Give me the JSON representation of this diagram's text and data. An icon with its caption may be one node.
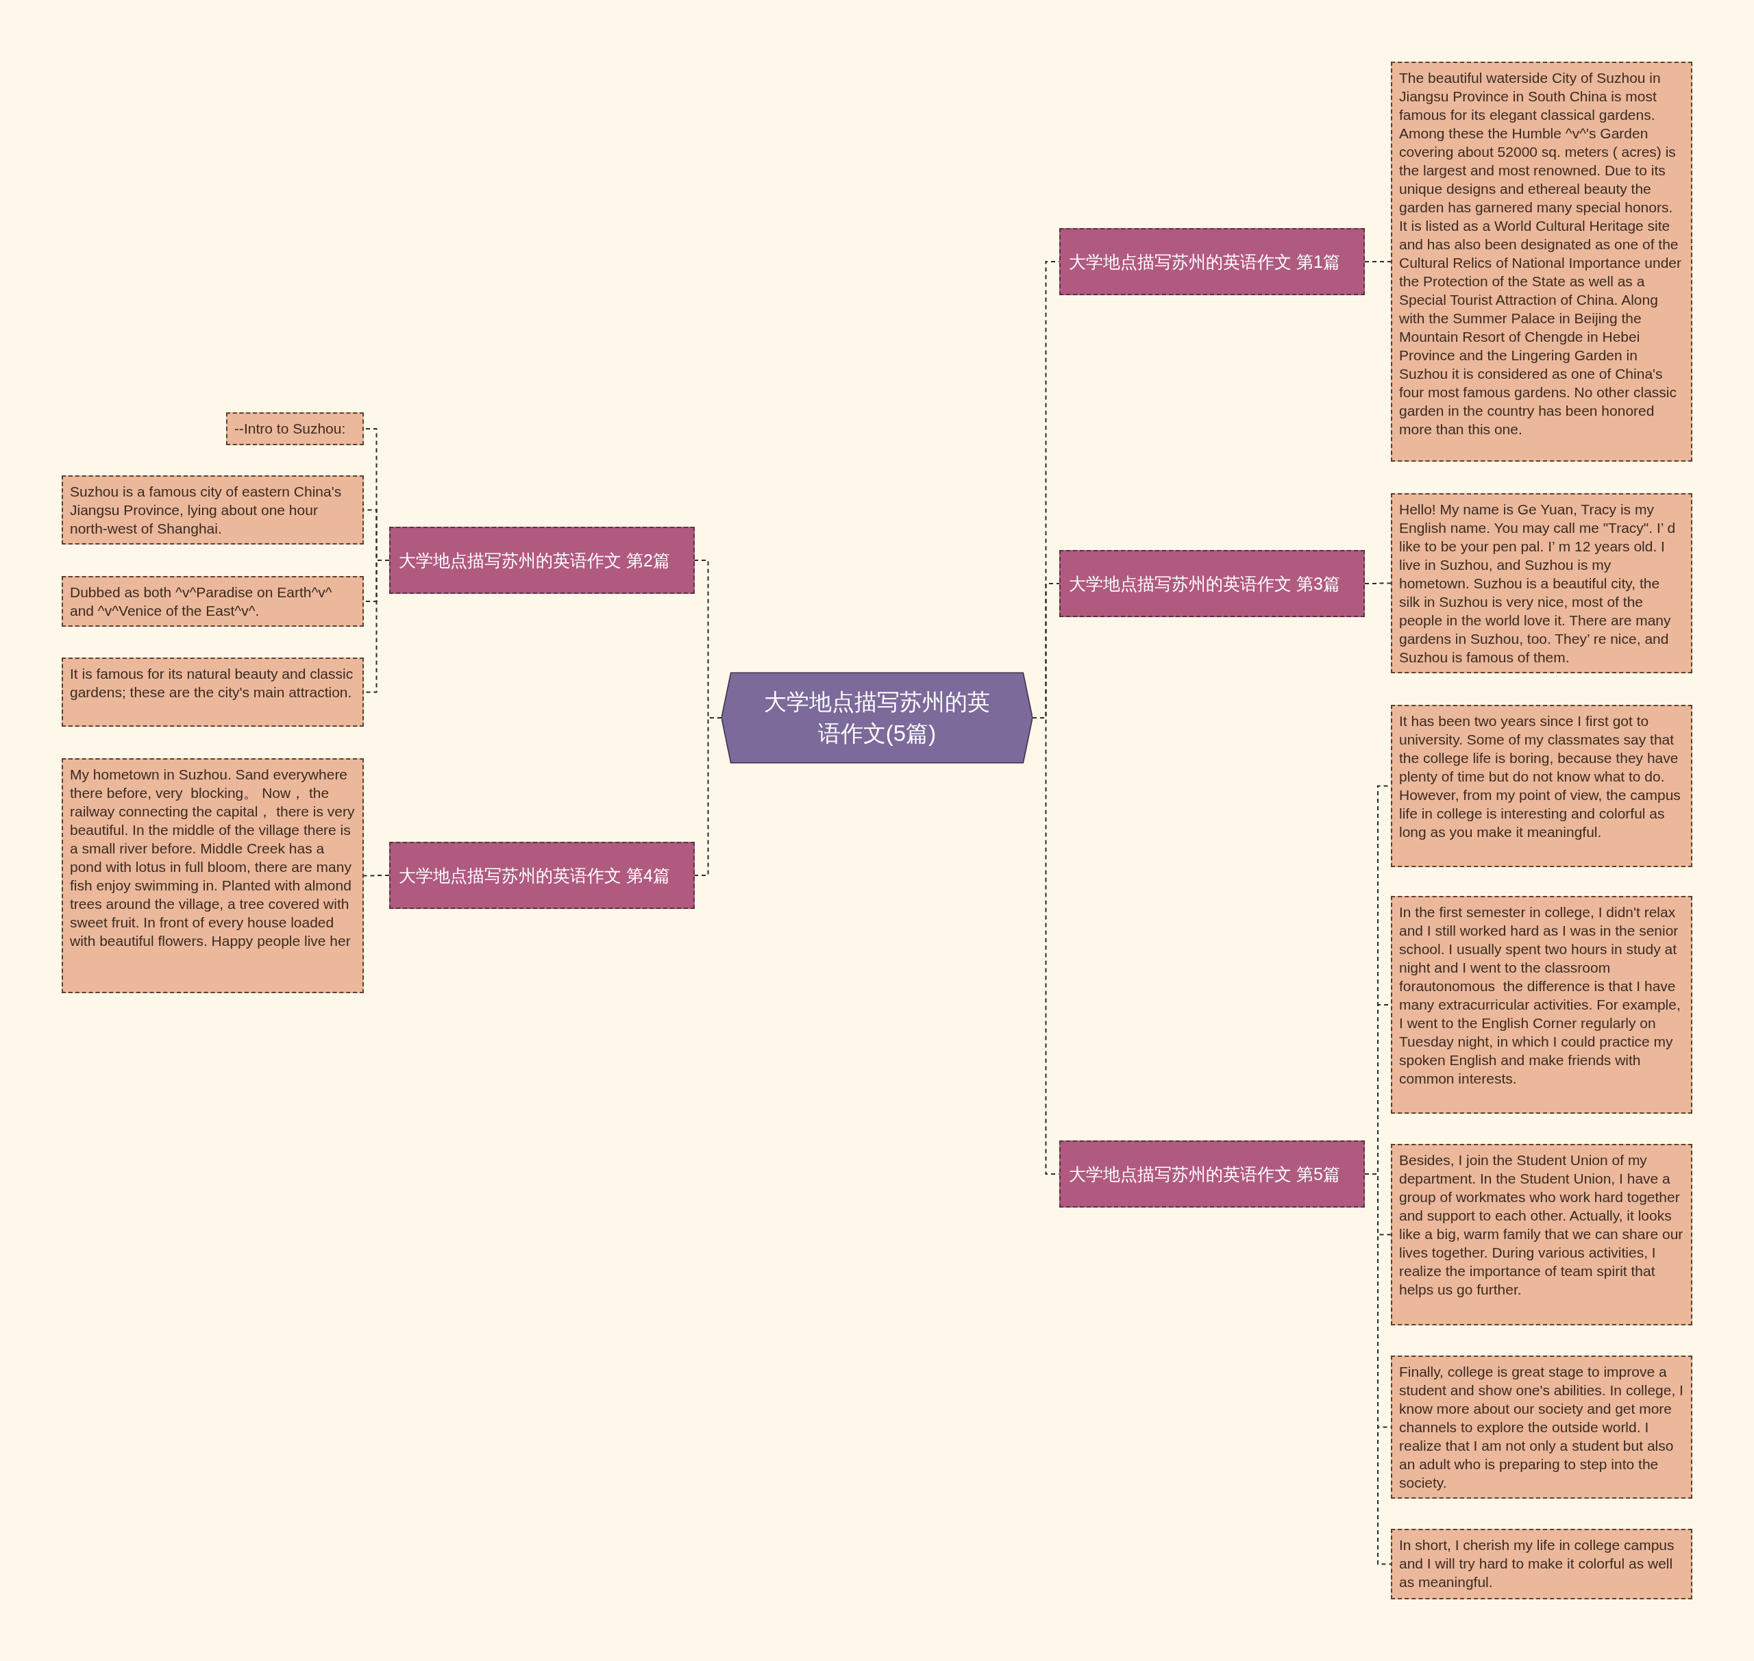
{
  "diagram": {
    "nodes": [
      {
        "text": [
          "大学地点描写苏州的英语作文(5篇)"
        ]
      },
      {
        "text": [
          "大学地点描写苏州的英语作文 第1篇"
        ]
      },
      {
        "text": [
          "The beautiful waterside City of Suzhou in Jiangsu Province in South China is most famous for its elegant classical gardens. Among these the Humble ^v^'s Garden covering about 52000 sq. meters ( acres) is the largest and most renowned. Due to its unique designs and ethereal beauty the garden has garnered many special honors. It is listed as a World Cultural Heritage site and has also been designated as one of the Cultural Relics of National Importance under the Protection of the State as well as a Special Tourist Attraction of China. Along with the Summer Palace in Beijing the Mountain Resort of Chengde in Hebei Province and the Lingering Garden in Suzhou it is considered as one of China's four most famous gardens. No other classic garden in the country has been honored more than this one."
        ]
      },
      {
        "text": [
          "大学地点描写苏州的英语作文 第2篇"
        ]
      },
      {
        "text": [
          "--Intro to Suzhou:"
        ]
      },
      {
        "text": [
          "Suzhou is a famous city of eastern China's Jiangsu Province, lying about one hour north-west of Shanghai."
        ]
      },
      {
        "text": [
          "Dubbed as both ^v^Paradise on Earth^v^ and ^v^Venice of the East^v^."
        ]
      },
      {
        "text": [
          "It is famous for its natural beauty and classic gardens; these are the city's main attraction."
        ]
      },
      {
        "text": [
          "大学地点描写苏州的英语作文 第3篇"
        ]
      },
      {
        "text": [
          "Hello! My name is Ge Yuan, Tracy is my English name. You may call me \"Tracy\". I’ d like to be your pen pal. I’ m 12 years old. I live in Suzhou, and Suzhou is my hometown. Suzhou is a beautiful city, the silk in Suzhou is very nice, most of the people in the world love it. There are many gardens in Suzhou, too. They’ re nice, and Suzhou is famous of them."
        ]
      },
      {
        "text": [
          "大学地点描写苏州的英语作文 第4篇"
        ]
      },
      {
        "text": [
          "My hometown in Suzhou. Sand everywhere there before, very  blocking。 Now， the railway connecting the capital， there is very beautiful. In the middle of the village there is a small river before. Middle Creek has a pond with lotus in full bloom, there are many fish enjoy swimming in. Planted with almond trees around the village, a tree covered with sweet fruit. In front of every house loaded with beautiful flowers. Happy people live her"
        ]
      },
      {
        "text": [
          "大学地点描写苏州的英语作文 第5篇"
        ]
      },
      {
        "text": [
          "It has been two years since I first got to university. Some of my classmates say that the college life is boring, because they have plenty of time but do not know what to do. However, from my point of view, the campus life in college is interesting and colorful as long as you make it meaningful."
        ]
      },
      {
        "text": [
          "In the first semester in college, I didn't relax and I still worked hard as I was in the senior school. I usually spent two hours in study at night and I went to the classroom forautonomous  the difference is that I have many extracurricular activities. For example, I went to the English Corner regularly on Tuesday night, in which I could practice my spoken English and make friends with common interests."
        ]
      },
      {
        "text": [
          "Besides, I join the Student Union of my department. In the Student Union, I have a group of workmates who work hard together and support to each other. Actually, it looks like a big, warm family that we can share our lives together. During various activities, I realize the importance of team spirit that helps us go further."
        ]
      },
      {
        "text": [
          "Finally, college is great stage to improve a student and show one's abilities. In college, I know more about our society and get more channels to explore the outside world. I realize that I am not only a student but also an adult who is preparing to step into the society."
        ]
      },
      {
        "text": [
          "In short, I cherish my life in college campus and I will try hard to make it colorful as well as meaningful."
        ]
      }
    ],
    "edges": [
      {
        "from": 0,
        "to": 1,
        "arrow": "none",
        "style": "dashed"
      },
      {
        "from": 1,
        "to": 2,
        "arrow": "none",
        "style": "dashed"
      },
      {
        "from": 0,
        "to": 3,
        "arrow": "none",
        "style": "dashed"
      },
      {
        "from": 3,
        "to": 4,
        "arrow": "none",
        "style": "dashed"
      },
      {
        "from": 3,
        "to": 5,
        "arrow": "none",
        "style": "dashed"
      },
      {
        "from": 3,
        "to": 6,
        "arrow": "none",
        "style": "dashed"
      },
      {
        "from": 3,
        "to": 7,
        "arrow": "none",
        "style": "dashed"
      },
      {
        "from": 0,
        "to": 8,
        "arrow": "none",
        "style": "dashed"
      },
      {
        "from": 8,
        "to": 9,
        "arrow": "none",
        "style": "dashed"
      },
      {
        "from": 0,
        "to": 10,
        "arrow": "none",
        "style": "dashed"
      },
      {
        "from": 10,
        "to": 11,
        "arrow": "none",
        "style": "dashed"
      },
      {
        "from": 0,
        "to": 12,
        "arrow": "none",
        "style": "dashed"
      },
      {
        "from": 12,
        "to": 13,
        "arrow": "none",
        "style": "dashed"
      },
      {
        "from": 12,
        "to": 14,
        "arrow": "none",
        "style": "dashed"
      },
      {
        "from": 12,
        "to": 15,
        "arrow": "none",
        "style": "dashed"
      },
      {
        "from": 12,
        "to": 16,
        "arrow": "none",
        "style": "dashed"
      },
      {
        "from": 12,
        "to": 17,
        "arrow": "none",
        "style": "dashed"
      }
    ]
  }
}
